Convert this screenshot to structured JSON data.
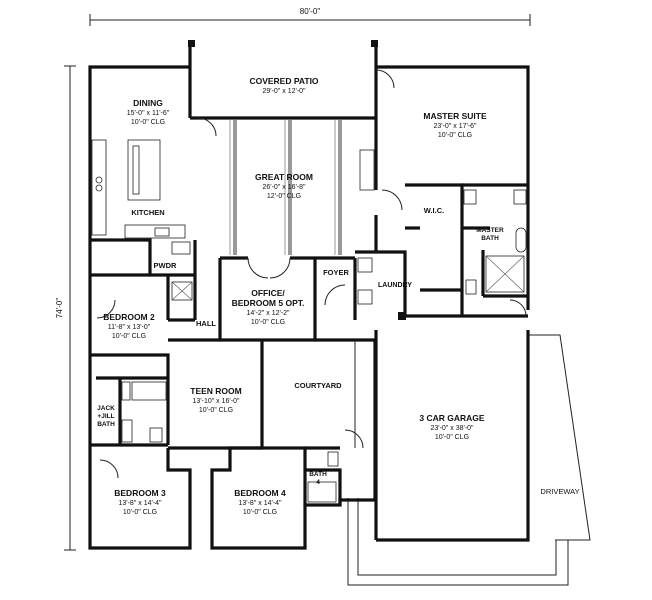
{
  "dimensions": {
    "overall_width": "80'-0\"",
    "overall_depth": "74'-0\""
  },
  "rooms": {
    "covered_patio": {
      "name": "COVERED PATIO",
      "size": "29'-0\" x 12'-0\""
    },
    "dining": {
      "name": "DINING",
      "size": "15'-0\" x 11'-6\"",
      "clg": "10'-0\" CLG"
    },
    "great_room": {
      "name": "GREAT ROOM",
      "size": "26'-0\" x 16'-8\"",
      "clg": "12'-0\" CLG"
    },
    "master_suite": {
      "name": "MASTER SUITE",
      "size": "23'-0\" x 17'-6\"",
      "clg": "10'-0\" CLG"
    },
    "kitchen": {
      "name": "KITCHEN"
    },
    "wic": {
      "name": "W.I.C."
    },
    "master_bath": {
      "line1": "MASTER",
      "line2": "BATH"
    },
    "pwdr": {
      "name": "PWDR"
    },
    "office": {
      "line1": "OFFICE/",
      "line2": "BEDROOM 5 OPT.",
      "size": "14'-2\" x 12'-2\"",
      "clg": "10'-0\" CLG"
    },
    "foyer": {
      "name": "FOYER"
    },
    "laundry": {
      "name": "LAUNDRY"
    },
    "bedroom2": {
      "name": "BEDROOM 2",
      "size": "11'-8\" x 13'-0\"",
      "clg": "10'-0\" CLG"
    },
    "hall": {
      "name": "HALL"
    },
    "teen_room": {
      "name": "TEEN ROOM",
      "size": "13'-10\" x 16'-0\"",
      "clg": "10'-0\" CLG"
    },
    "courtyard": {
      "name": "COURTYARD"
    },
    "jack_jill_bath": {
      "line1": "JACK",
      "line2": "+JILL",
      "line3": "BATH"
    },
    "garage": {
      "name": "3 CAR GARAGE",
      "size": "23'-0\" x 38'-0\"",
      "clg": "10'-0\" CLG"
    },
    "bath4": {
      "line1": "BATH",
      "line2": "4"
    },
    "bedroom3": {
      "name": "BEDROOM 3",
      "size": "13'-8\" x 14'-4\"",
      "clg": "10'-0\" CLG"
    },
    "bedroom4": {
      "name": "BEDROOM 4",
      "size": "13'-8\" x 14'-4\"",
      "clg": "10'-0\" CLG"
    },
    "driveway": {
      "name": "DRIVEWAY"
    }
  }
}
